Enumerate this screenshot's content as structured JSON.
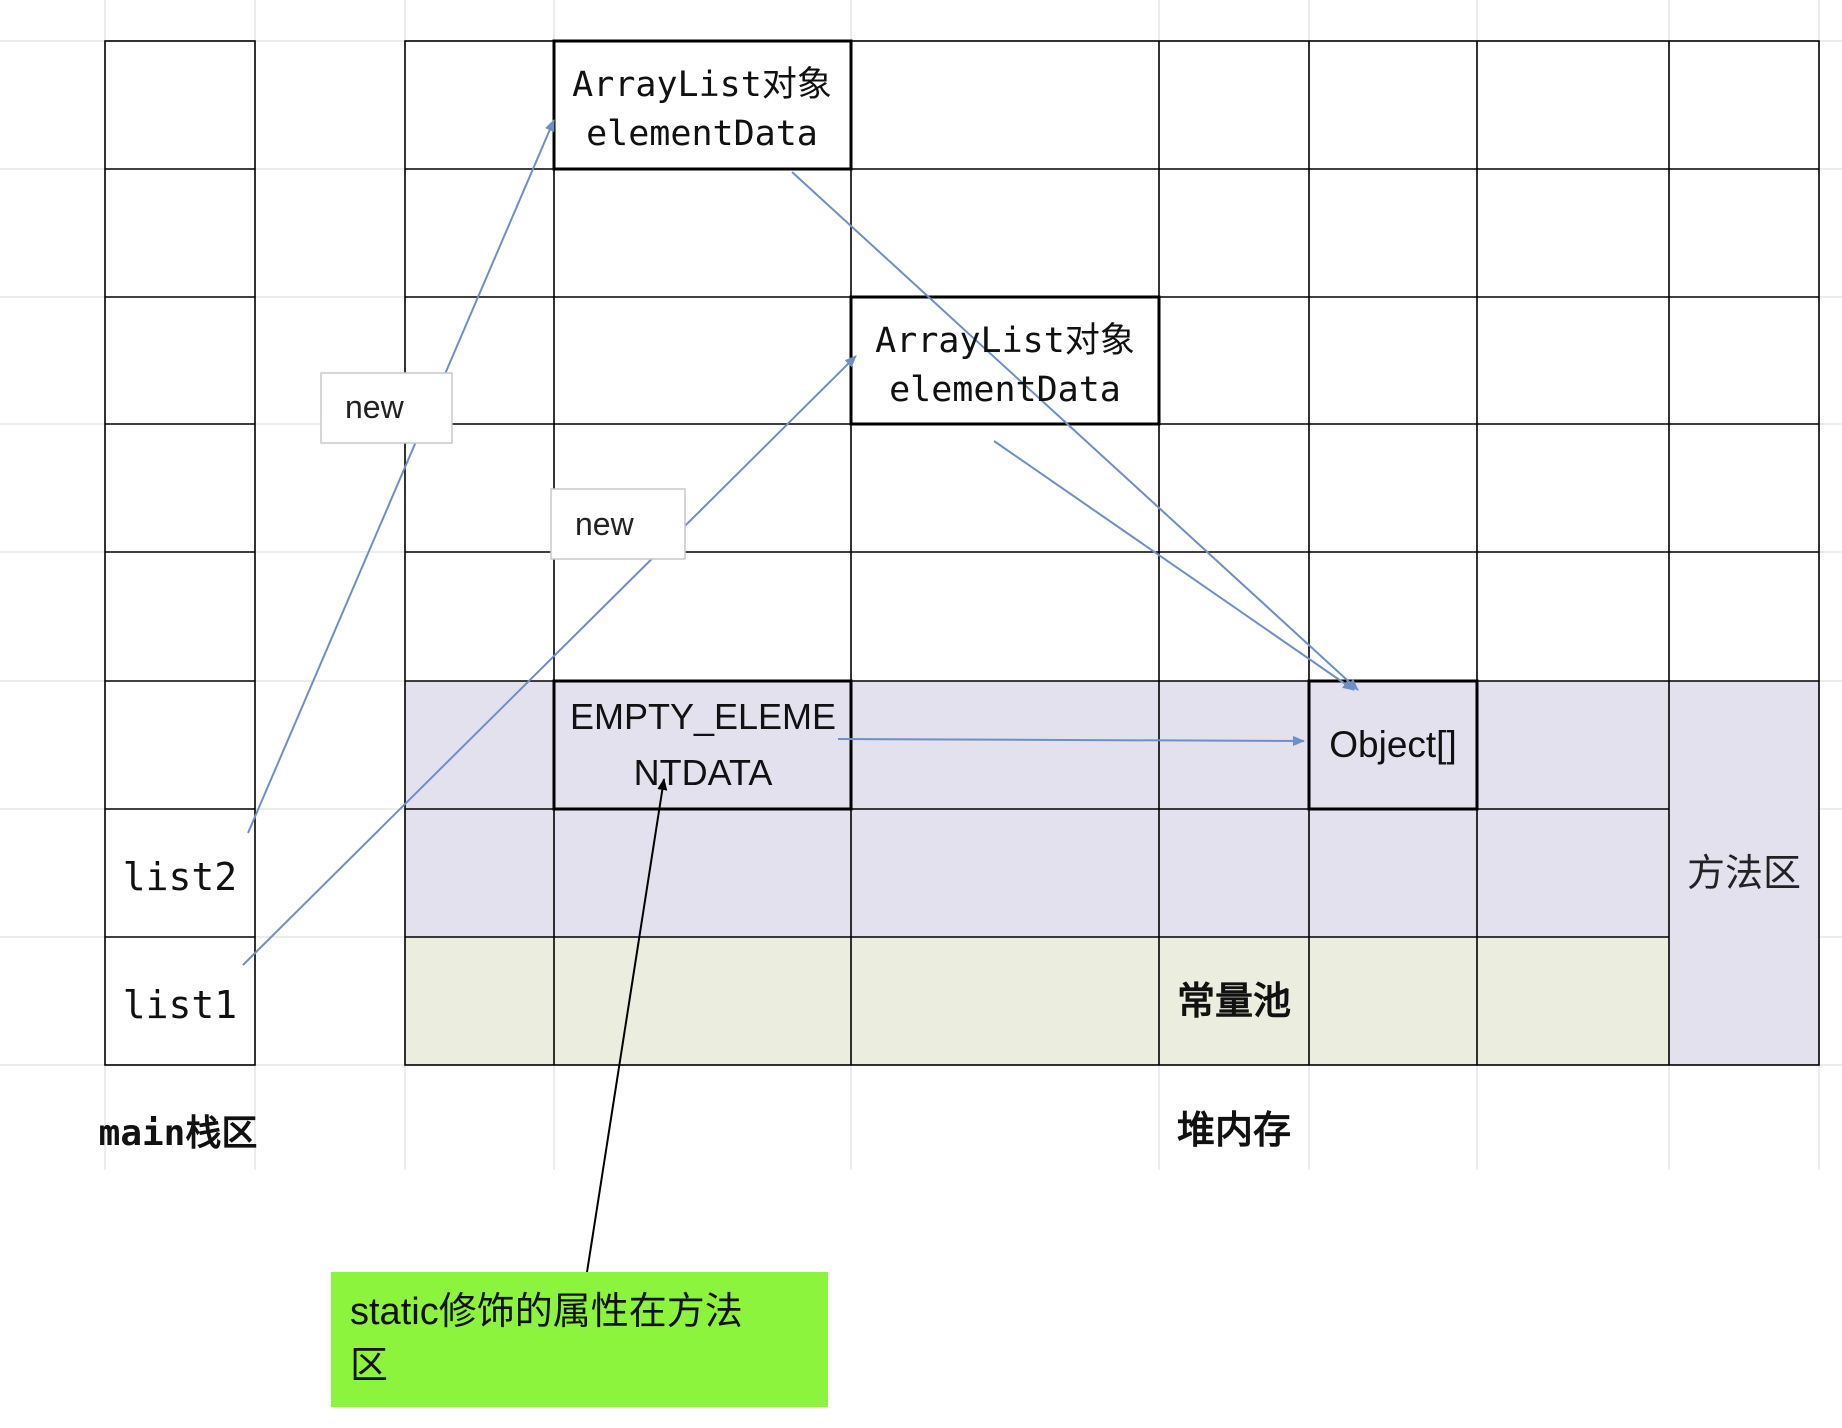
{
  "stack": {
    "cells": [
      "list2",
      "list1"
    ],
    "label": "main栈区"
  },
  "heap": {
    "label": "堆内存",
    "objects": [
      {
        "line1": "ArrayList对象",
        "line2": "elementData"
      },
      {
        "line1": "ArrayList对象",
        "line2": "elementData"
      }
    ],
    "new_labels": [
      "new",
      "new"
    ]
  },
  "method_area": {
    "label": "方法区",
    "empty_element_data": {
      "line1": "EMPTY_ELEME",
      "line2": "NTDATA"
    },
    "object_array": "Object[]",
    "constant_pool": "常量池"
  },
  "note": {
    "line1": "static修饰的属性在方法",
    "line2": "区"
  },
  "colors": {
    "method_area_fill": "#e4e1ee",
    "constant_pool_fill": "#ebeddf",
    "note_fill": "#8cf43c",
    "arrow": "#6f8fc4",
    "grid_faint": "#d9d9d9",
    "border": "#000000"
  }
}
